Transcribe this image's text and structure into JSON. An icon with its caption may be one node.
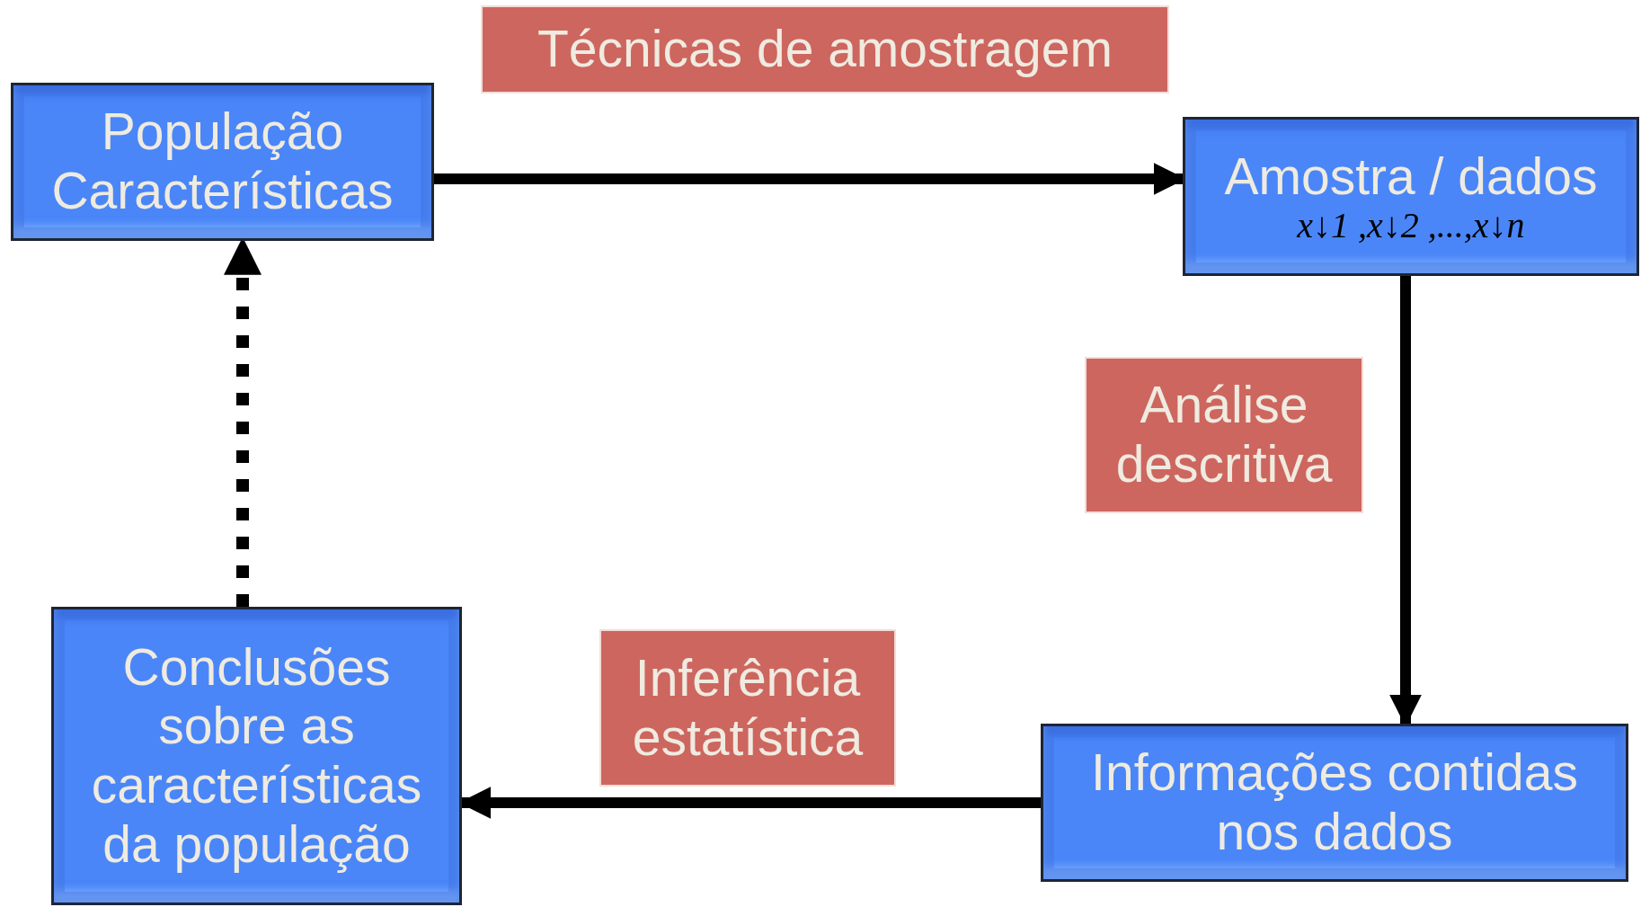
{
  "diagram": {
    "nodes": [
      {
        "text": [
          "População Características"
        ]
      },
      {
        "text": [
          "Técnicas de amostragem"
        ]
      },
      {
        "text": [
          "Amostra / dados",
          "x↓1 ,x↓2 ,...,x↓n"
        ]
      },
      {
        "text": [
          "Análise descritiva"
        ]
      },
      {
        "text": [
          "Conclusões sobre as características da população"
        ]
      },
      {
        "text": [
          "Inferência estatística"
        ]
      },
      {
        "text": [
          "Informações contidas nos dados"
        ]
      }
    ],
    "edges": [
      {
        "from": 0,
        "to": 2,
        "arrow": "to"
      },
      {
        "from": 2,
        "to": 6,
        "arrow": "to"
      },
      {
        "from": 6,
        "to": 4,
        "arrow": "to"
      },
      {
        "from": 4,
        "to": 0,
        "arrow": "to",
        "style": "dashed"
      }
    ]
  }
}
